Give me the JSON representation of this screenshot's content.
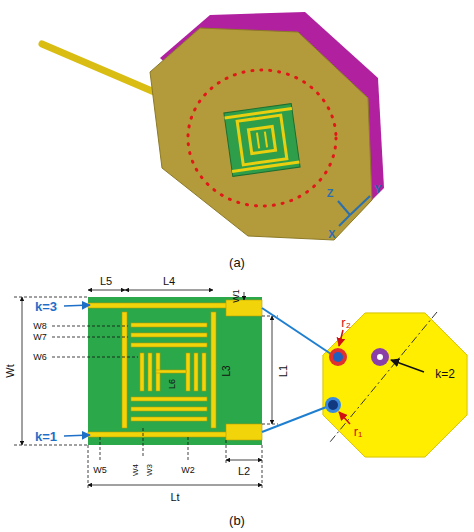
{
  "diagram": {
    "labels": [
      "(a)",
      "L5",
      "L4",
      "W1",
      "k=3",
      "Wt",
      "W8",
      "W7",
      "W6",
      "L6",
      "L3",
      "L1",
      "k=1",
      "W5",
      "W4",
      "W3",
      "W2",
      "L2",
      "Lt",
      "(b)",
      "r₂",
      "k=2",
      "r₁",
      "Z",
      "Y",
      "X"
    ]
  }
}
